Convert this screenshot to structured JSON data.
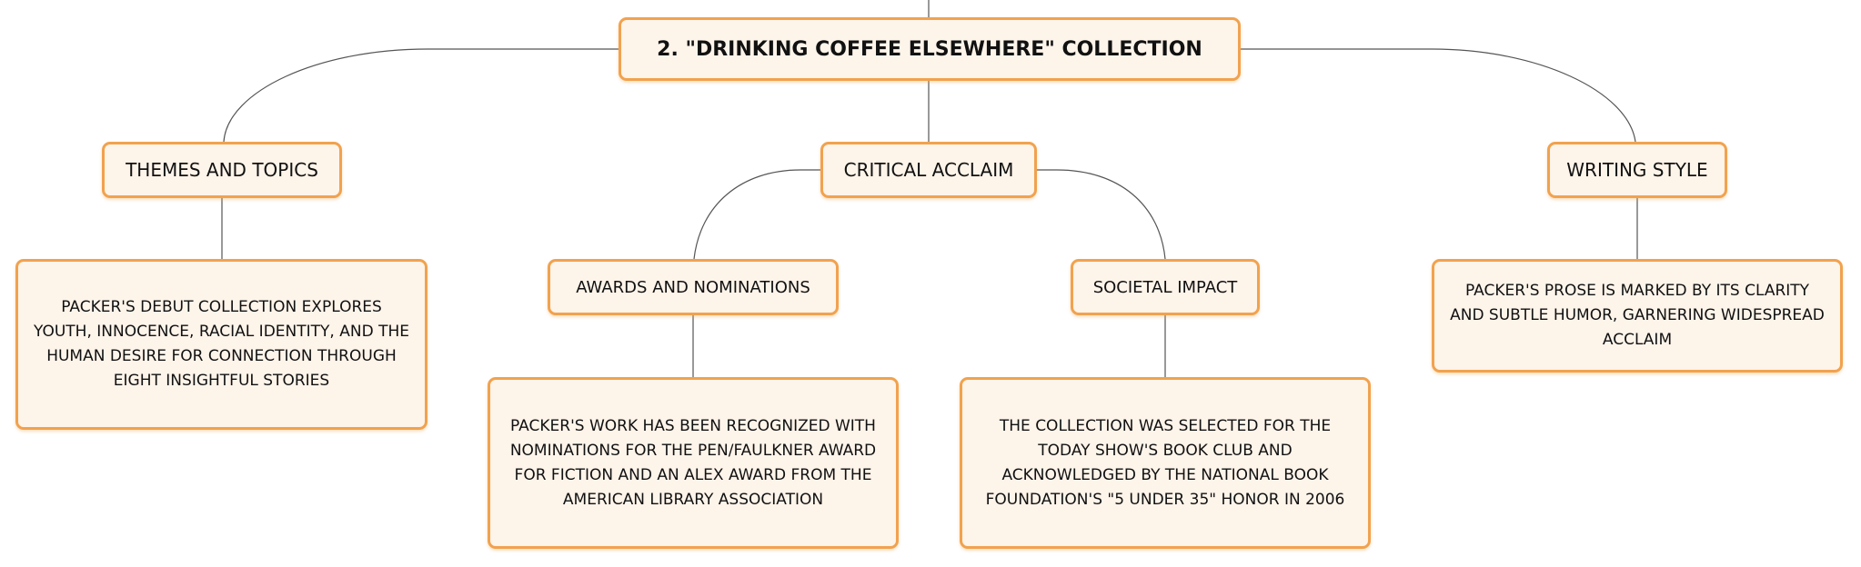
{
  "root": {
    "label": "2. \"DRINKING COFFEE ELSEWHERE\" COLLECTION"
  },
  "branches": {
    "themes": {
      "label": "THEMES AND TOPICS",
      "detail": "PACKER'S DEBUT COLLECTION EXPLORES YOUTH, INNOCENCE, RACIAL IDENTITY, AND THE HUMAN DESIRE FOR CONNECTION THROUGH EIGHT INSIGHTFUL STORIES"
    },
    "acclaim": {
      "label": "CRITICAL ACCLAIM",
      "children": {
        "awards": {
          "label": "AWARDS AND NOMINATIONS",
          "detail": "PACKER'S WORK HAS BEEN RECOGNIZED WITH NOMINATIONS FOR THE PEN/FAULKNER AWARD FOR FICTION AND AN ALEX AWARD FROM THE AMERICAN LIBRARY ASSOCIATION"
        },
        "societal": {
          "label": "SOCIETAL IMPACT",
          "detail": "THE COLLECTION WAS SELECTED FOR THE TODAY SHOW'S BOOK CLUB AND ACKNOWLEDGED BY THE NATIONAL BOOK FOUNDATION'S \"5 UNDER 35\" HONOR IN 2006"
        }
      }
    },
    "style": {
      "label": "WRITING STYLE",
      "detail": "PACKER'S PROSE IS MARKED BY ITS CLARITY AND SUBTLE HUMOR, GARNERING WIDESPREAD ACCLAIM"
    }
  },
  "colors": {
    "node_fill": "#fdf4ea",
    "node_border": "#f1a24e",
    "connector": "#555555",
    "text": "#111111"
  }
}
